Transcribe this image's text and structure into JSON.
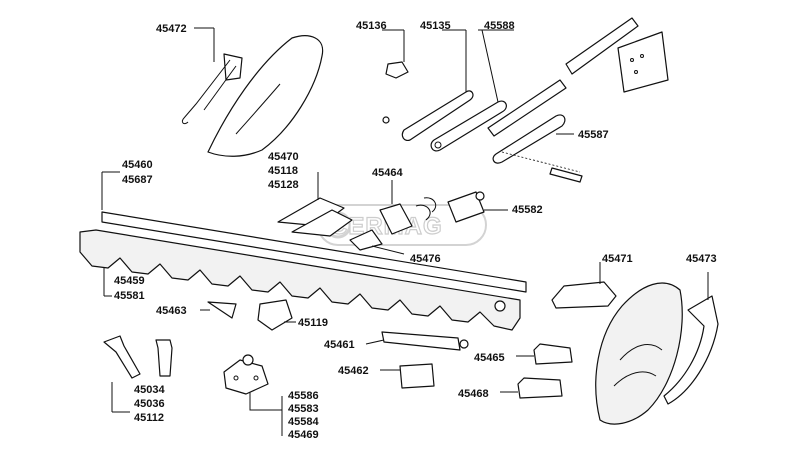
{
  "watermark": {
    "text": "CERMAG"
  },
  "labels": {
    "p45472": "45472",
    "p45136": "45136",
    "p45135": "45135",
    "p45588": "45588",
    "p45587": "45587",
    "p45460": "45460",
    "p45687": "45687",
    "p45470": "45470",
    "p45118": "45118",
    "p45128": "45128",
    "p45464": "45464",
    "p45582": "45582",
    "p45476": "45476",
    "p45471": "45471",
    "p45473": "45473",
    "p45459": "45459",
    "p45581": "45581",
    "p45463": "45463",
    "p45119": "45119",
    "p45461": "45461",
    "p45465": "45465",
    "p45462": "45462",
    "p45468": "45468",
    "p45034": "45034",
    "p45036": "45036",
    "p45112": "45112",
    "p45586": "45586",
    "p45583": "45583",
    "p45584": "45584",
    "p45469": "45469"
  }
}
